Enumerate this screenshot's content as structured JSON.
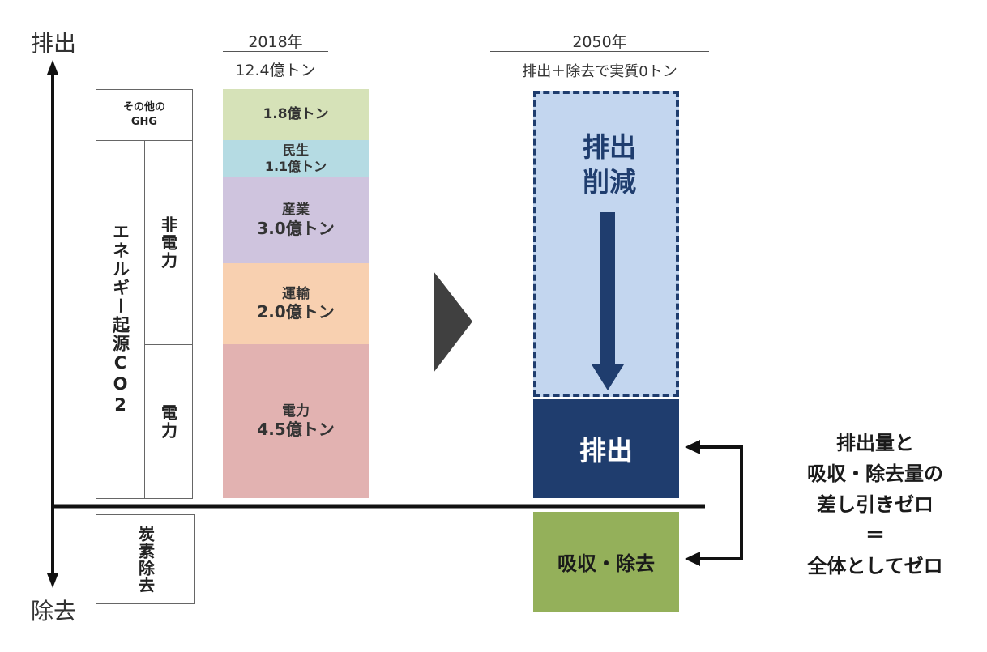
{
  "axis": {
    "top_label": "排出",
    "bottom_label": "除去"
  },
  "left_categories": {
    "other_ghg": "その他のGHG",
    "energy_co2": "エネルギー起源CO2",
    "non_power": "非電力",
    "power": "電力",
    "carbon_removal": "炭素除去"
  },
  "year2018": {
    "year": "2018年",
    "total": "12.4億トン",
    "segments": [
      {
        "label": "",
        "value": "1.8億トン",
        "color": "#d6e2b8"
      },
      {
        "label": "民生",
        "value": "1.1億トン",
        "color": "#b5dbe3"
      },
      {
        "label": "産業",
        "value": "3.0億トン",
        "color": "#cfc4de"
      },
      {
        "label": "運輸",
        "value": "2.0億トン",
        "color": "#f8d0b0"
      },
      {
        "label": "電力",
        "value": "4.5億トン",
        "color": "#e2b2b1"
      }
    ]
  },
  "year2050": {
    "year": "2050年",
    "subtitle": "排出＋除去で実質0トン",
    "reduction": "排出削減",
    "emission": "排出",
    "absorption": "吸収・除去"
  },
  "summary": {
    "lines": [
      "排出量と",
      "吸収・除去量の",
      "差し引きゼロ",
      "＝",
      "全体としてゼロ"
    ]
  },
  "colors": {
    "navy": "#1f3d6e",
    "light_blue": "#c3d6ef",
    "green": "#94b05a",
    "triangle": "#404040"
  }
}
